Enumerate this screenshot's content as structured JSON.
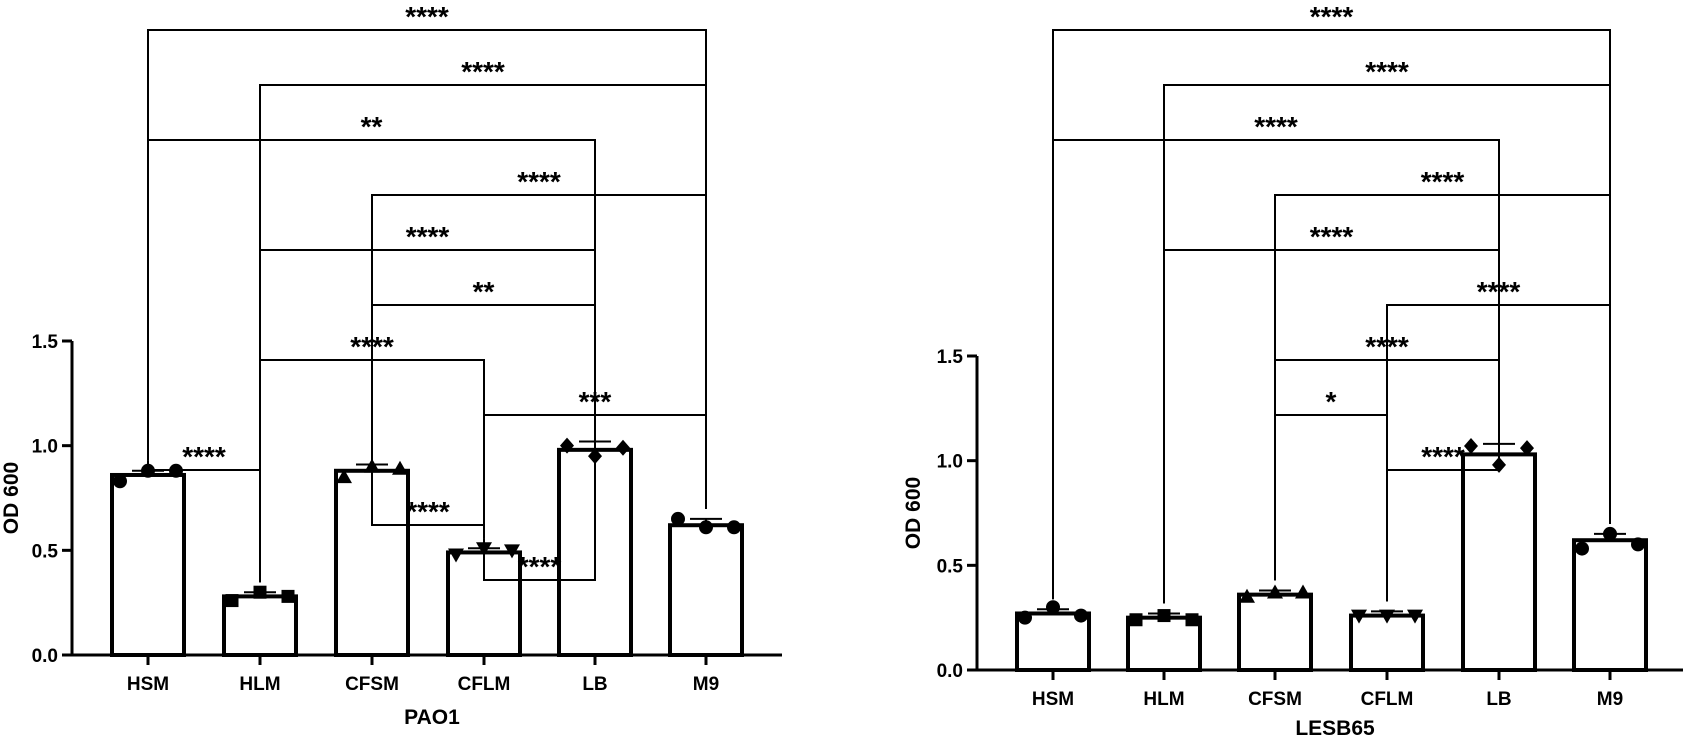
{
  "chart_data": [
    {
      "type": "bar",
      "categories": [
        "HSM",
        "HLM",
        "CFSM",
        "CFLM",
        "LB",
        "M9"
      ],
      "values": [
        0.86,
        0.28,
        0.88,
        0.49,
        0.98,
        0.62
      ],
      "error": [
        0.02,
        0.02,
        0.03,
        0.02,
        0.04,
        0.03
      ],
      "points": [
        [
          0.83,
          0.88,
          0.88
        ],
        [
          0.26,
          0.3,
          0.28
        ],
        [
          0.85,
          0.9,
          0.89
        ],
        [
          0.48,
          0.51,
          0.5
        ],
        [
          1.0,
          0.95,
          0.99
        ],
        [
          0.65,
          0.61,
          0.61
        ]
      ],
      "markers": [
        "circle",
        "square",
        "triangle-up",
        "triangle-down",
        "diamond",
        "circle"
      ],
      "xlabel": "PAO1",
      "ylabel": "OD 600",
      "ylim": [
        0,
        1.5
      ],
      "yticks": [
        "0.0",
        "0.5",
        "1.0",
        "1.5"
      ],
      "comparisons": [
        {
          "from": 0,
          "to": 5,
          "stars": "****"
        },
        {
          "from": 1,
          "to": 5,
          "stars": "****"
        },
        {
          "from": 0,
          "to": 4,
          "stars": "**"
        },
        {
          "from": 2,
          "to": 5,
          "stars": "****"
        },
        {
          "from": 1,
          "to": 4,
          "stars": "****"
        },
        {
          "from": 2,
          "to": 4,
          "stars": "**"
        },
        {
          "from": 1,
          "to": 3,
          "stars": "****"
        },
        {
          "from": 3,
          "to": 5,
          "stars": "***"
        },
        {
          "from": 0,
          "to": 1,
          "stars": "****"
        },
        {
          "from": 2,
          "to": 3,
          "stars": "****"
        },
        {
          "from": 3,
          "to": 4,
          "stars": "****"
        }
      ]
    },
    {
      "type": "bar",
      "categories": [
        "HSM",
        "HLM",
        "CFSM",
        "CFLM",
        "LB",
        "M9"
      ],
      "values": [
        0.27,
        0.25,
        0.36,
        0.26,
        1.03,
        0.62
      ],
      "error": [
        0.02,
        0.02,
        0.02,
        0.02,
        0.05,
        0.03
      ],
      "points": [
        [
          0.25,
          0.3,
          0.26
        ],
        [
          0.24,
          0.26,
          0.24
        ],
        [
          0.35,
          0.37,
          0.37
        ],
        [
          0.26,
          0.26,
          0.26
        ],
        [
          1.07,
          0.98,
          1.06
        ],
        [
          0.58,
          0.65,
          0.6
        ]
      ],
      "markers": [
        "circle",
        "square",
        "triangle-up",
        "triangle-down",
        "diamond",
        "circle"
      ],
      "xlabel": "LESB65",
      "ylabel": "OD 600",
      "ylim": [
        0,
        1.5
      ],
      "yticks": [
        "0.0",
        "0.5",
        "1.0",
        "1.5"
      ],
      "comparisons": [
        {
          "from": 0,
          "to": 5,
          "stars": "****"
        },
        {
          "from": 1,
          "to": 5,
          "stars": "****"
        },
        {
          "from": 0,
          "to": 4,
          "stars": "****"
        },
        {
          "from": 2,
          "to": 5,
          "stars": "****"
        },
        {
          "from": 1,
          "to": 4,
          "stars": "****"
        },
        {
          "from": 3,
          "to": 5,
          "stars": "****"
        },
        {
          "from": 2,
          "to": 4,
          "stars": "****"
        },
        {
          "from": 2,
          "to": 3,
          "stars": "*"
        },
        {
          "from": 3,
          "to": 4,
          "stars": "****"
        }
      ]
    }
  ]
}
